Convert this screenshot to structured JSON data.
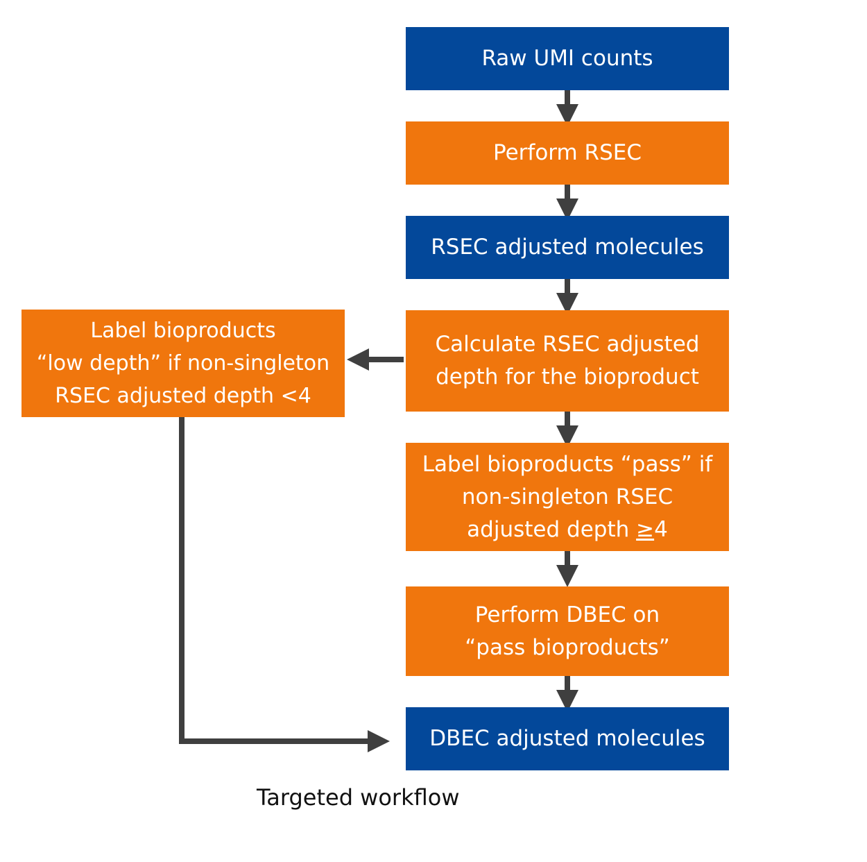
{
  "diagram": {
    "colors": {
      "blue": "#03489a",
      "orange": "#f0760d",
      "arrow": "#3f3f3f"
    },
    "nodes": {
      "raw_umi": {
        "lines": [
          "Raw UMI counts"
        ],
        "color": "blue"
      },
      "perform_rsec": {
        "lines": [
          "Perform RSEC"
        ],
        "color": "orange"
      },
      "rsec_adjusted": {
        "lines": [
          "RSEC adjusted molecules"
        ],
        "color": "blue"
      },
      "calc_depth": {
        "lines": [
          "Calculate RSEC adjusted",
          "depth for the bioproduct"
        ],
        "color": "orange"
      },
      "label_pass": {
        "lines": [
          "Label bioproducts “pass” if",
          "non-singleton RSEC",
          "adjusted depth ",
          "≥",
          "4"
        ],
        "color": "orange"
      },
      "perform_dbec": {
        "lines": [
          "Perform DBEC on",
          "“pass bioproducts”"
        ],
        "color": "orange"
      },
      "dbec_adjusted": {
        "lines": [
          "DBEC adjusted molecules"
        ],
        "color": "blue"
      },
      "label_low": {
        "lines": [
          "Label bioproducts",
          "“low depth” if non-singleton",
          "RSEC adjusted depth <4"
        ],
        "color": "orange"
      }
    },
    "caption": "Targeted workflow"
  }
}
